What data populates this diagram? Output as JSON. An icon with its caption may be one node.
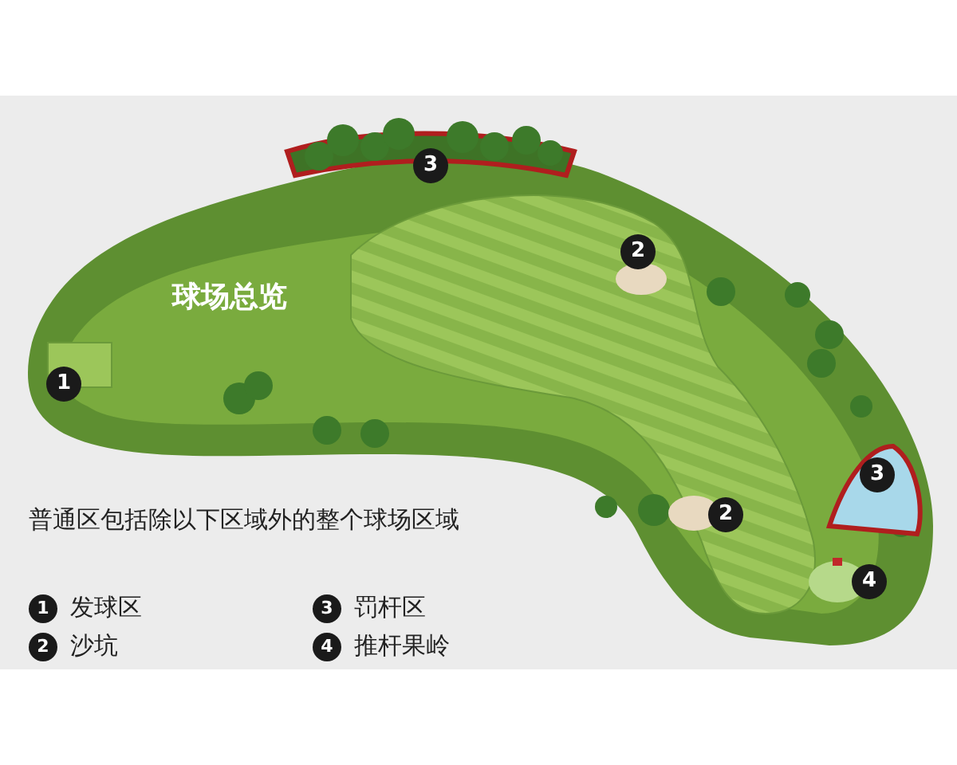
{
  "diagram": {
    "title": "球场总览",
    "labels": [
      "3",
      "2",
      "1",
      "2",
      "3",
      "4",
      "普通区包括除以下区域外的整个球场区域",
      "1",
      "3",
      "2",
      "4"
    ],
    "legend": [
      {
        "text": "发球区"
      },
      {
        "text": "罚杆区"
      },
      {
        "text": "沙坑"
      },
      {
        "text": "推杆果岭"
      }
    ]
  }
}
